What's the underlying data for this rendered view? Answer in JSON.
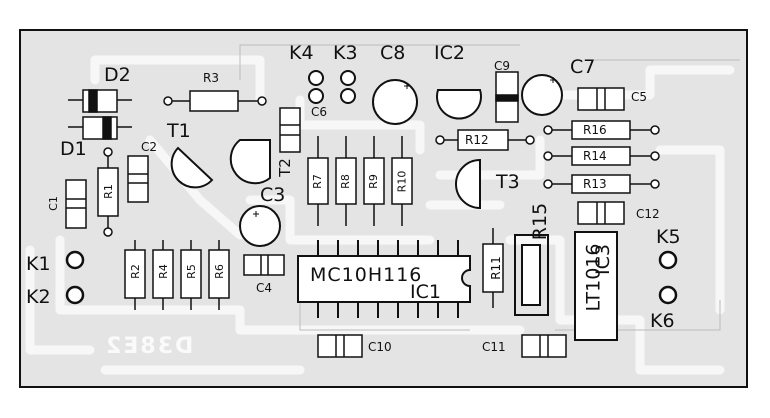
{
  "board": {
    "mirrored_code": "D38E2"
  },
  "labels": {
    "k4": "K4",
    "k3": "K3",
    "c8": "C8",
    "ic2": "IC2",
    "c9": "C9",
    "c7": "C7",
    "d2": "D2",
    "r3": "R3",
    "c5": "C5",
    "c6": "C6",
    "t1": "T1",
    "c2": "C2",
    "r12": "R12",
    "r16": "R16",
    "t2": "T2",
    "r7": "R7",
    "r8": "R8",
    "r9": "R9",
    "r10": "R10",
    "r14": "R14",
    "d1": "D1",
    "c1": "C1",
    "r1": "R1",
    "c3": "C3",
    "t3": "T3",
    "r13": "R13",
    "r15": "R15",
    "c12": "C12",
    "k5": "K5",
    "k1": "K1",
    "k2": "K2",
    "r2": "R2",
    "r4": "R4",
    "r5": "R5",
    "r6": "R6",
    "c4": "C4",
    "ic1_part": "MC10H116",
    "ic1": "IC1",
    "r11": "R11",
    "ic3_part": "LT1016",
    "ic3": "IC3",
    "k6": "K6",
    "c10": "C10",
    "c11": "C11"
  }
}
